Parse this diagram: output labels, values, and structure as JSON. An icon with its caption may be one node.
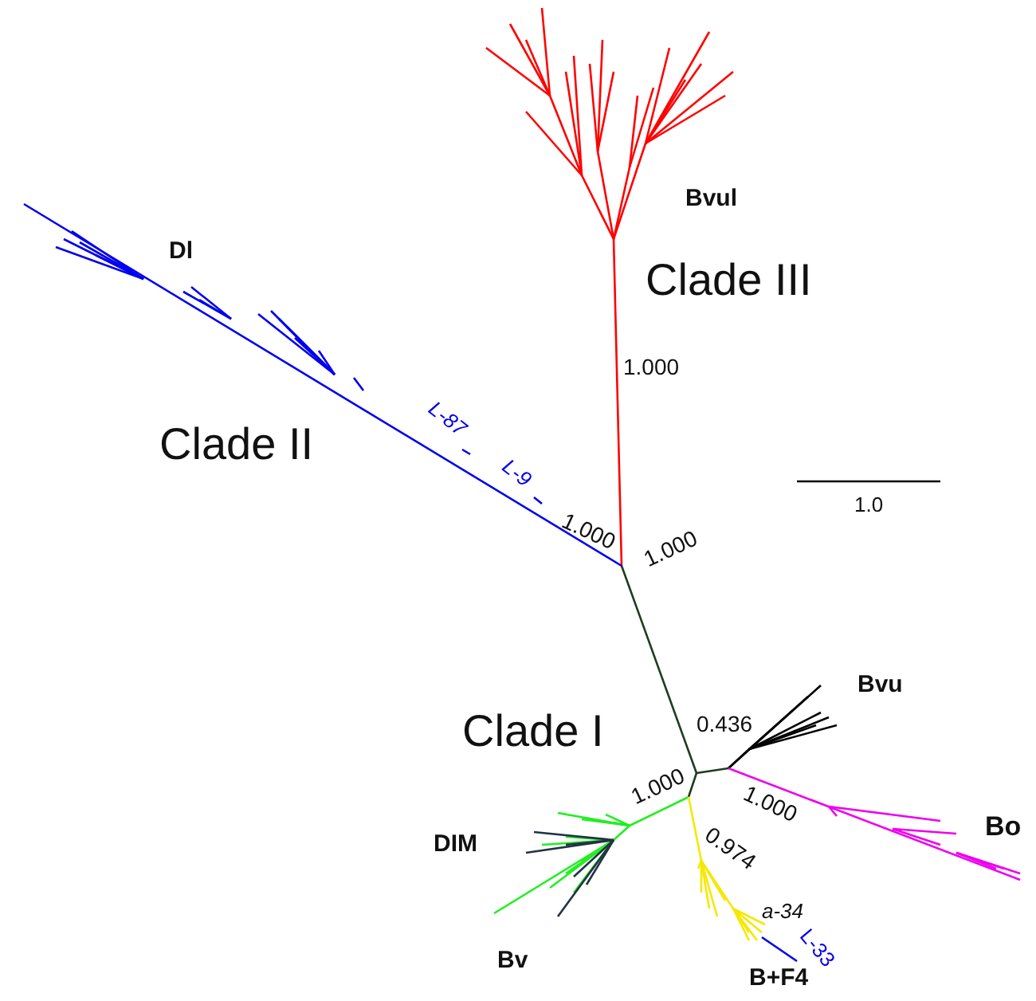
{
  "diagram": {
    "labels": [
      "Bvul",
      "Dl",
      "Clade III",
      "1.000",
      "Clade II",
      "L-87",
      "L-9",
      "1.0",
      "1.000",
      "1.000",
      "Bvu",
      "Clade I",
      "0.436",
      "1.000",
      "1.000",
      "Bo",
      "DIM",
      "0.974",
      "a-34",
      "L-33",
      "Bv",
      "B+F4"
    ]
  }
}
